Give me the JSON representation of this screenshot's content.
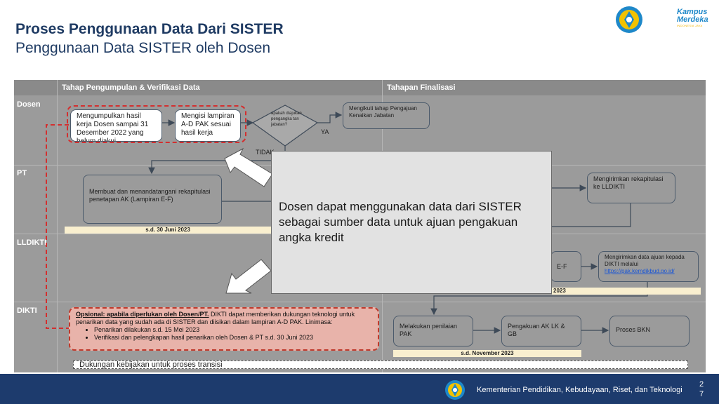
{
  "header": {
    "title": "Proses Penggunaan Data Dari SISTER",
    "subtitle": "Penggunaan Data SISTER oleh Dosen",
    "logo_km_line1": "Kampus",
    "logo_km_line2": "Merdeka",
    "logo_km_small": "INDONESIA JAYA"
  },
  "columns": {
    "col1": "Tahap Pengumpulan & Verifikasi Data",
    "col2": "Tahapan Finalisasi"
  },
  "lanes": {
    "dosen": "Dosen",
    "pt": "PT",
    "lldikti": "LLDIKTI",
    "dikti": "DIKTI"
  },
  "boxes": {
    "kumpul": "Mengumpulkan hasil kerja Dosen sampai 31 Desember 2022 yang belum diakui",
    "isi": "Mengisi lampiran A-D PAK sesuai hasil kerja",
    "decision": "apakah diajukan pengangka tan jabatan?",
    "ya": "YA",
    "tidak": "TIDAK",
    "ikuti": "Mengikuti tahap Pengajuan Kenaikan Jabatan",
    "buat": "Membuat dan menandatangani rekapitulasi penetapan AK (Lampiran E-F)",
    "kirim_lldikti": "Mengirimkan rekapitulasi ke LLDIKTI",
    "ef": "E-F",
    "kirim_dikti": "Mengirimkan data ajuan kepada DIKTI melalui",
    "kirim_dikti_link": "https://pak.kemdikbud.go.id/",
    "nilai": "Melakukan penilaian PAK",
    "pengakuan": "Pengakuan AK LK & GB",
    "bkn": "Proses BKN"
  },
  "deadlines": {
    "pt": "s.d. 30 Juni 2023",
    "lldikti": "2023",
    "dikti": "s.d. November 2023"
  },
  "optional": {
    "heading": "Opsional: apabila diperlukan oleh Dosen/PT.",
    "body": " DIKTI dapat memberikan dukungan teknologi untuk penarikan data yang sudah ada di SISTER dan diisikan dalam lampiran A-D PAK. Linimasa:",
    "bullets": [
      "Penarikan dilakukan s.d. 15 Mei 2023",
      "Verifikasi dan pelengkapan hasil penarikan oleh Dosen & PT s.d. 30 Juni 2023"
    ]
  },
  "support_bar": "Dukungan kebijakan untuk proses transisi",
  "overlay": {
    "text": "Dosen dapat menggunakan data dari SISTER sebagai sumber data untuk ajuan pengakuan angka kredit"
  },
  "footer": {
    "ministry": "Kementerian Pendidikan, Kebudayaan, Riset, dan Teknologi",
    "page_top": "2",
    "page_bottom": "7"
  }
}
